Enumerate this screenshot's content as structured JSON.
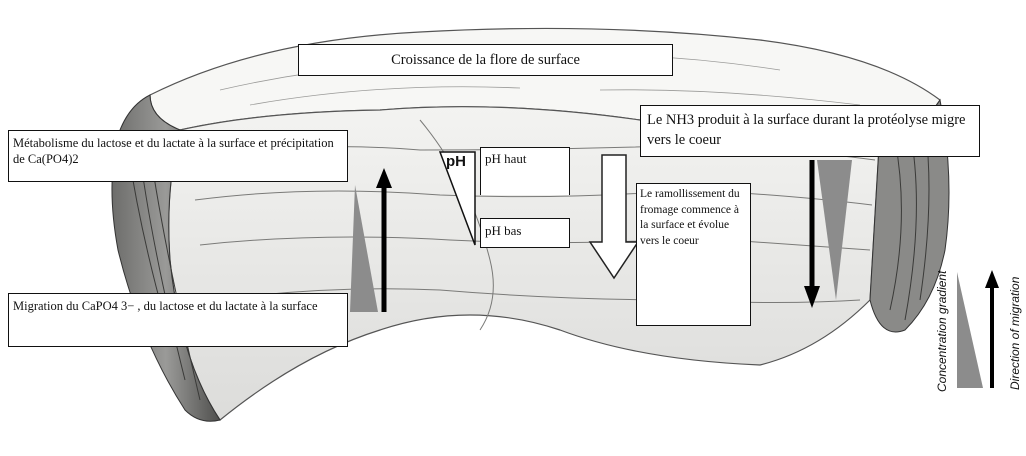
{
  "diagram": {
    "top_label": "Croissance de la flore de surface",
    "left_top_label": "Métabolisme du lactose et du lactate à la surface et précipitation de Ca(PO4)2",
    "left_bottom_label": "Migration du CaPO4 3− , du lactose et du lactate à la surface",
    "ph_symbol": "pH",
    "ph_high": "pH haut",
    "ph_low": "pH bas",
    "center_label": "Le ramollissement du fromage commence à la surface et évolue vers le coeur",
    "right_label": "Le NH3 produit à la surface durant la protéolyse migre vers le coeur"
  },
  "legend": {
    "concentration": "Concentration gradient",
    "migration": "Direction of migration"
  },
  "colors": {
    "gradient_gray": "#8c8c8c",
    "arrow_black": "#000000",
    "outline": "#111111"
  }
}
